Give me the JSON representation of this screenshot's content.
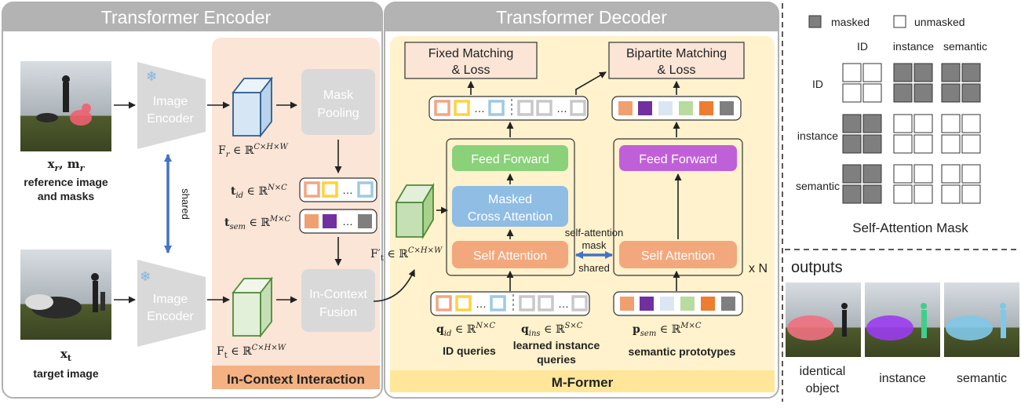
{
  "encoder": {
    "title": "Transformer Encoder",
    "image_encoder_label": [
      "Image",
      "Encoder"
    ],
    "reference_caption_math": "x_r, m_r",
    "reference_caption": [
      "reference image",
      "and masks"
    ],
    "target_caption_math": "x_t",
    "target_caption": "target image",
    "shared_label": "shared",
    "features_ref": "F_r ∈ ℝ^{C×H×W}",
    "features_target": "F_t ∈ ℝ^{C×H×W}"
  },
  "interaction": {
    "title": "In-Context Interaction",
    "mask_pooling": [
      "Mask",
      "Pooling"
    ],
    "in_context_fusion": [
      "In-Context",
      "Fusion"
    ],
    "t_id": "t_id ∈ ℝ^{N×C}",
    "t_sem": "t_sem ∈ ℝ^{M×C}",
    "ellipsis": "…"
  },
  "decoder": {
    "title": "Transformer Decoder",
    "mformer_title": "M-Former",
    "fixed_matching": [
      "Fixed Matching",
      "& Loss"
    ],
    "bipartite_matching": [
      "Bipartite Matching",
      "& Loss"
    ],
    "feed_forward": "Feed Forward",
    "masked_cross_attention": [
      "Masked",
      "Cross Attention"
    ],
    "self_attention": "Self Attention",
    "self_attention_mask": [
      "self-attention",
      "mask"
    ],
    "shared": "shared",
    "repeat": "x N",
    "features_t_prime": "F'_t ∈ ℝ^{C×H×W}",
    "q_id": "q_id ∈ ℝ^{N×C}",
    "q_ins": "q_ins ∈ ℝ^{S×C}",
    "p_sem": "p_sem ∈ ℝ^{M×C}",
    "id_queries": "ID queries",
    "learned_instance_queries": [
      "learned instance",
      "queries"
    ],
    "semantic_prototypes": "semantic prototypes"
  },
  "mask_panel": {
    "legend_masked": "masked",
    "legend_unmasked": "unmasked",
    "col_labels": [
      "ID",
      "instance",
      "semantic"
    ],
    "row_labels": [
      "ID",
      "instance",
      "semantic"
    ],
    "title": "Self-Attention Mask",
    "pattern": [
      [
        0,
        1,
        1
      ],
      [
        1,
        0,
        0
      ],
      [
        1,
        0,
        0
      ]
    ]
  },
  "outputs": {
    "title": "outputs",
    "captions": [
      [
        "identical",
        "object"
      ],
      [
        "instance"
      ],
      [
        "semantic"
      ]
    ]
  },
  "colors": {
    "id_query_colors": [
      "#f4a582",
      "#ffd23f",
      "#9ecae1"
    ],
    "instance_query_color": "#c8c8c8",
    "semantic_colors": [
      "#f0a070",
      "#7030a0",
      "#dce6f2",
      "#b8dba0",
      "#ed7d31",
      "#7f7f7f"
    ],
    "feed_forward_left": "#8ad17a",
    "feed_forward_right": "#c060d8",
    "cross_attention": "#8fbde4",
    "self_attention": "#f2a87c",
    "shared_arrow": "#4472c4",
    "masked_cell": "#7f7f7f"
  }
}
